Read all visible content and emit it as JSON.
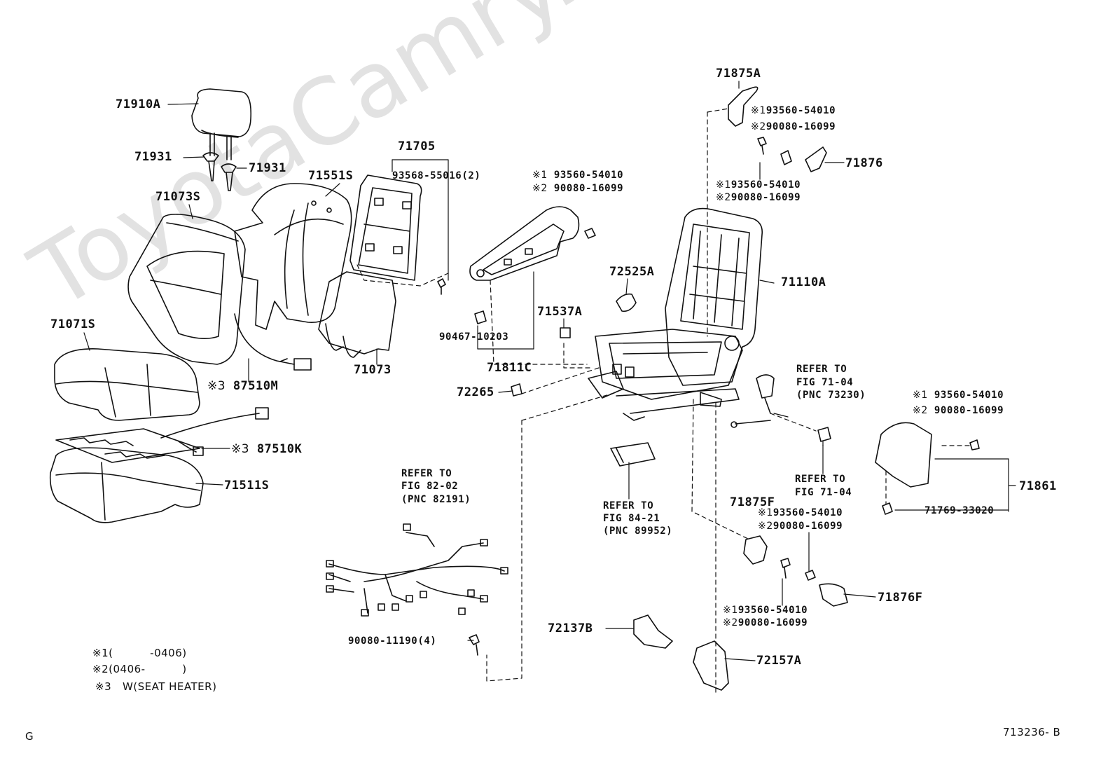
{
  "watermark": "ToyotaCamry.ru",
  "corner_letter": "G",
  "figure_id": "713236- B",
  "parts": {
    "p71910A": "71910A",
    "p71931a": "71931",
    "p71931b": "71931",
    "p71073S": "71073S",
    "p71551S": "71551S",
    "p71705": "71705",
    "p93568": "93568-55016(2)",
    "p71071S": "71071S",
    "p87510M": "87510M",
    "p71073": "71073",
    "p87510K": "87510K",
    "p71511S": "71511S",
    "p93560_mid": "93560-54010",
    "p90080_mid": "90080-16099",
    "p90467": "90467-10203",
    "p71537A": "71537A",
    "p71811C": "71811C",
    "p72265": "72265",
    "p72525A": "72525A",
    "p71875A": "71875A",
    "p93560_top": "93560-54010",
    "p90080_top": "90080-16099",
    "p71876": "71876",
    "p93560_top2": "93560-54010",
    "p90080_top2": "90080-16099",
    "p71110A": "71110A",
    "p93560_right": "93560-54010",
    "p90080_right": "90080-16099",
    "p71861": "71861",
    "p71769": "71769-33020",
    "p71875F": "71875F",
    "p93560_f": "93560-54010",
    "p90080_f": "90080-16099",
    "p71876F": "71876F",
    "p93560_b": "93560-54010",
    "p90080_b": "90080-16099",
    "p72137B": "72137B",
    "p72157A": "72157A",
    "p90080_11190": "90080-11190(4)"
  },
  "refers": {
    "r7104a_1": "REFER TO",
    "r7104a_2": "FIG 71-04",
    "r7104a_3": "(PNC 73230)",
    "r7104b_1": "REFER TO",
    "r7104b_2": "FIG 71-04",
    "r8202_1": "REFER TO",
    "r8202_2": "FIG 82-02",
    "r8202_3": "(PNC 82191)",
    "r8421_1": "REFER TO",
    "r8421_2": "FIG 84-21",
    "r8421_3": "(PNC 89952)"
  },
  "marks": {
    "m1": "※1",
    "m2": "※2",
    "m3": "※3"
  },
  "legend": {
    "l1_mark": "※1",
    "l1_text": "(          -0406)",
    "l2_mark": "※2",
    "l2_text": "(0406-          )",
    "l3_mark": "※3",
    "l3_text": "W(SEAT HEATER)"
  }
}
